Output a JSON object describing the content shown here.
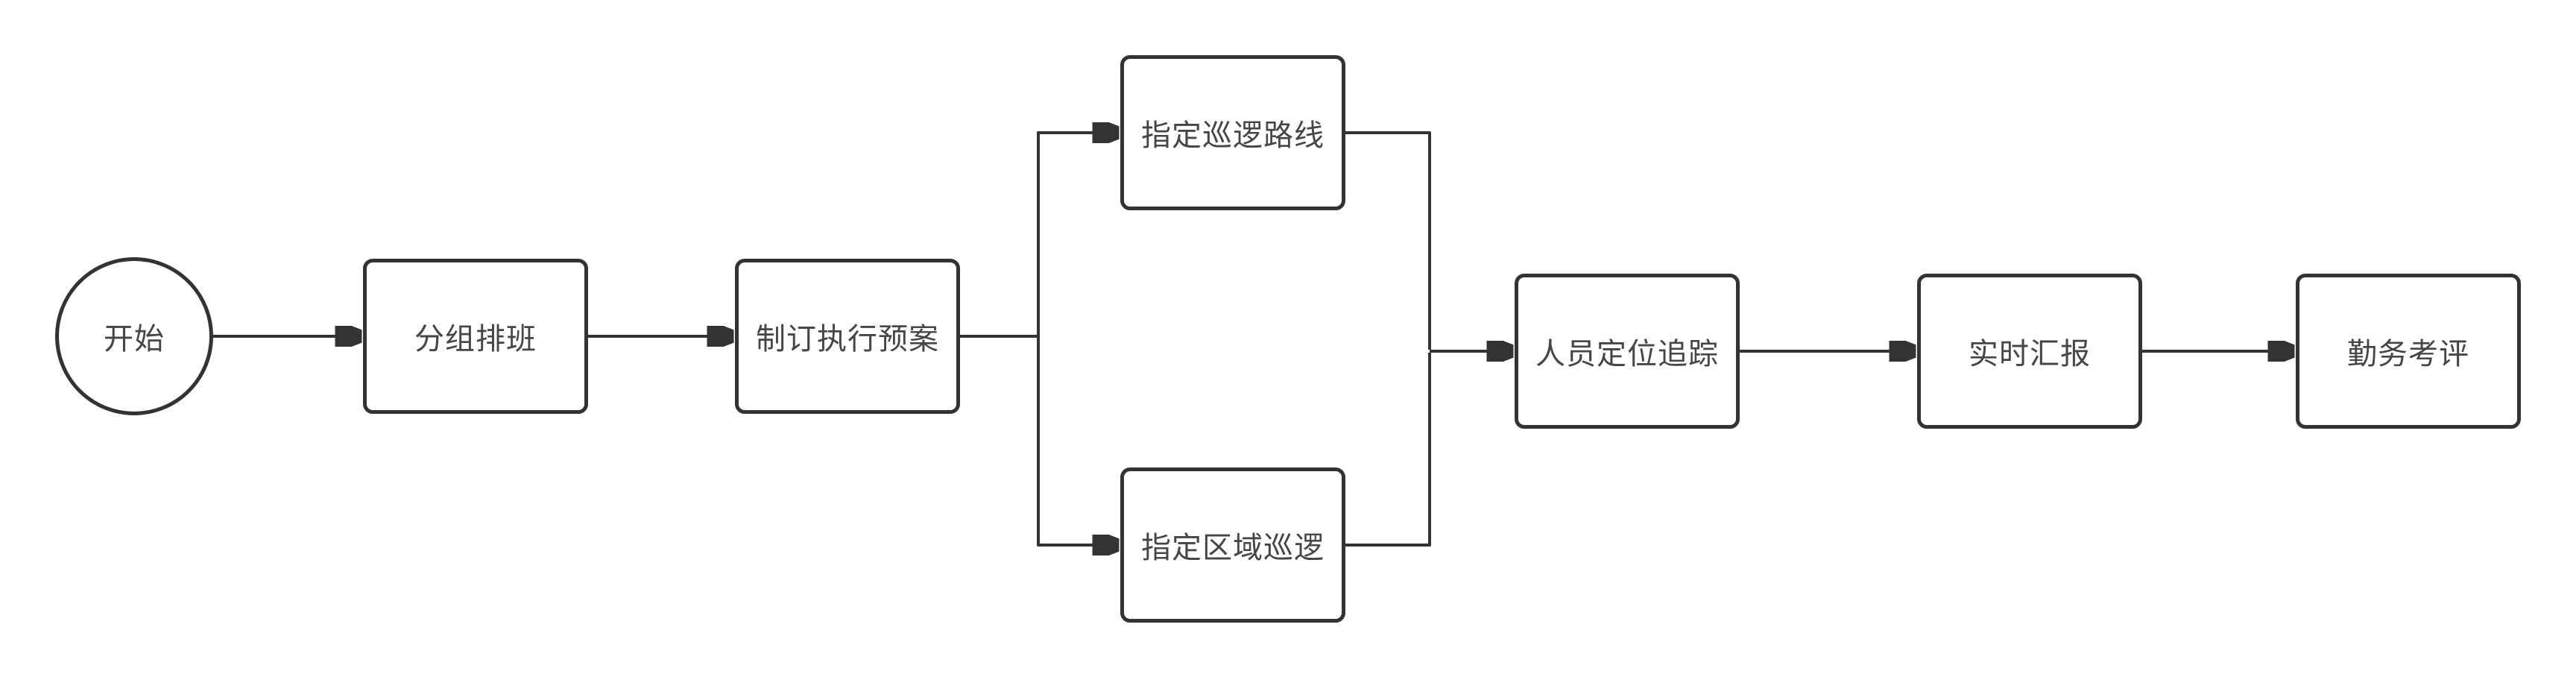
{
  "diagram": {
    "type": "flowchart",
    "direction": "left-to-right",
    "background_color": "#ffffff",
    "stroke_color": "#333333",
    "text_color": "#464646",
    "nodes": [
      {
        "id": "start",
        "shape": "circle",
        "label": "开始"
      },
      {
        "id": "group-scheduling",
        "shape": "rectangle",
        "label": "分组排班"
      },
      {
        "id": "execution-plan",
        "shape": "rectangle",
        "label": "制订执行预案"
      },
      {
        "id": "patrol-route",
        "shape": "rectangle",
        "label": "指定巡逻路线"
      },
      {
        "id": "area-patrol",
        "shape": "rectangle",
        "label": "指定区域巡逻"
      },
      {
        "id": "personnel-tracking",
        "shape": "rectangle",
        "label": "人员定位追踪"
      },
      {
        "id": "realtime-report",
        "shape": "rectangle",
        "label": "实时汇报"
      },
      {
        "id": "duty-evaluation",
        "shape": "rectangle",
        "label": "勤务考评"
      }
    ],
    "edges": [
      {
        "from": "start",
        "to": "group-scheduling",
        "arrow": true
      },
      {
        "from": "group-scheduling",
        "to": "execution-plan",
        "arrow": true
      },
      {
        "from": "execution-plan",
        "to": "patrol-route",
        "arrow": true
      },
      {
        "from": "execution-plan",
        "to": "area-patrol",
        "arrow": true
      },
      {
        "from": "patrol-route",
        "to": "personnel-tracking",
        "arrow": true,
        "merged": true
      },
      {
        "from": "area-patrol",
        "to": "personnel-tracking",
        "arrow": true,
        "merged": true
      },
      {
        "from": "personnel-tracking",
        "to": "realtime-report",
        "arrow": true
      },
      {
        "from": "realtime-report",
        "to": "duty-evaluation",
        "arrow": true
      }
    ]
  }
}
